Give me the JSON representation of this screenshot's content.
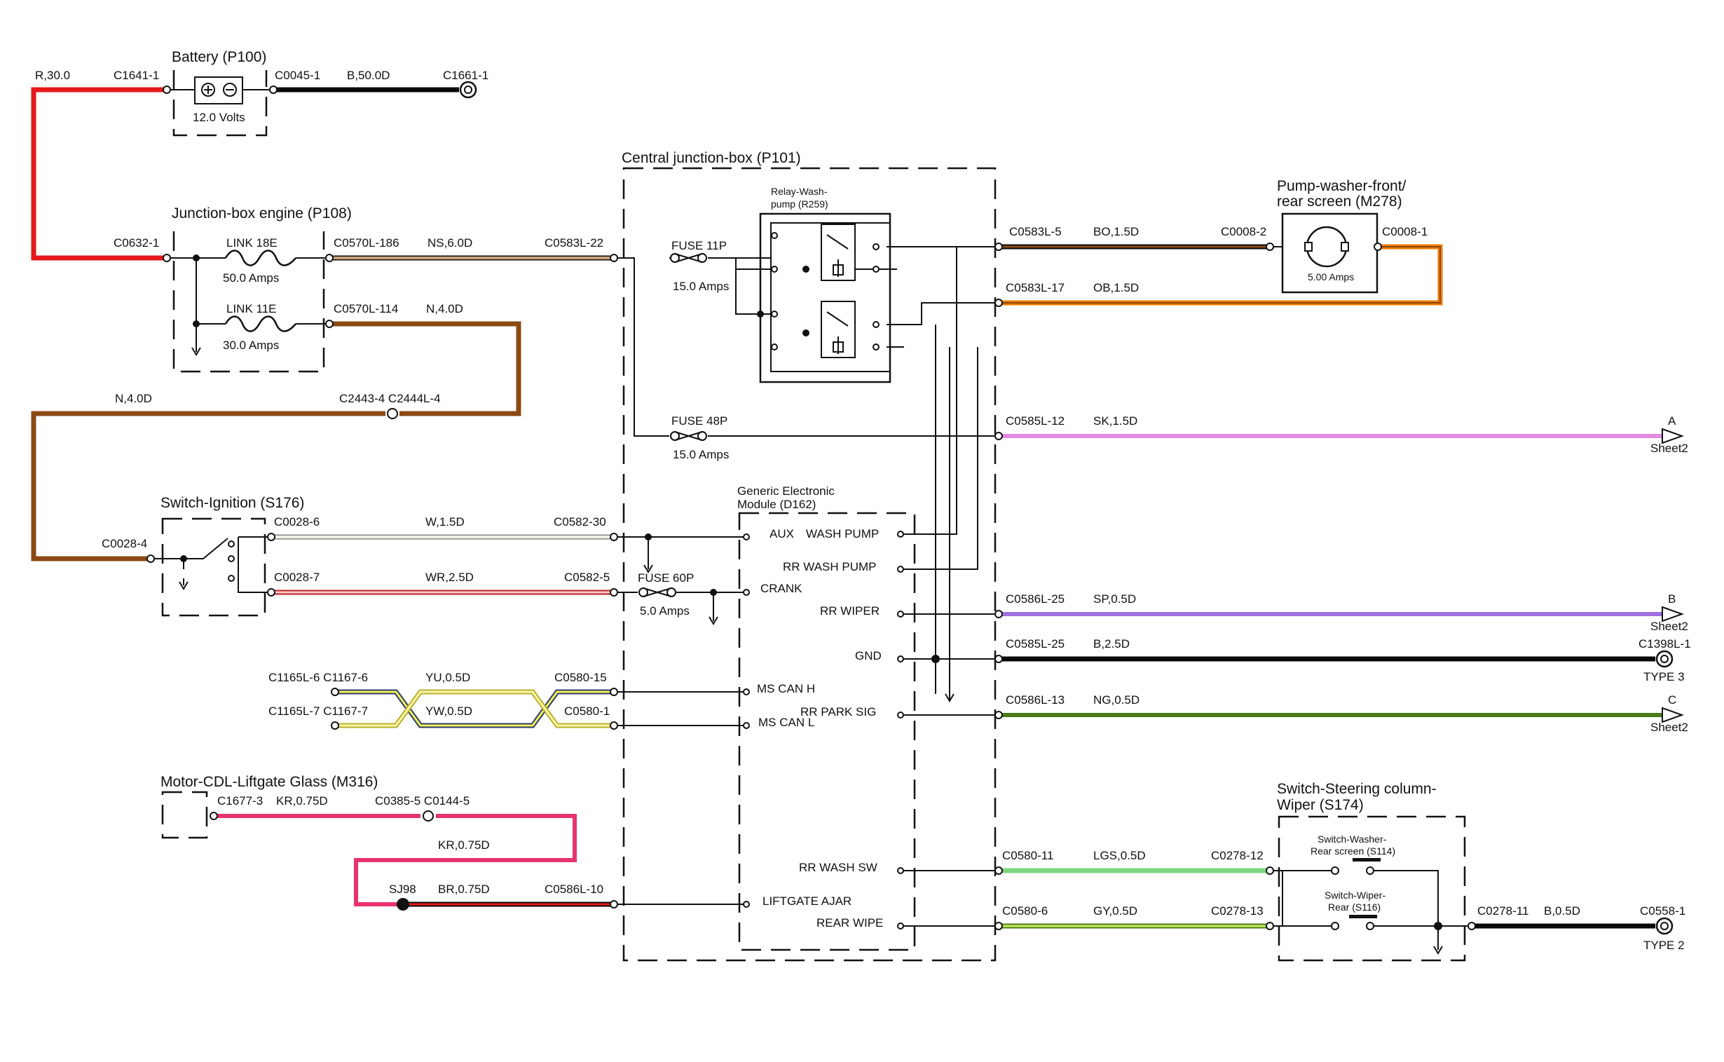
{
  "components": {
    "battery": {
      "title": "Battery (P100)",
      "voltage": "12.0 Volts"
    },
    "junction_box_engine": {
      "title": "Junction-box engine (P108)"
    },
    "central_junction_box": {
      "title": "Central junction-box (P101)"
    },
    "relay": {
      "title_line1": "Relay-Wash-",
      "title_line2": "pump (R259)"
    },
    "pump": {
      "title_line1": "Pump-washer-front/",
      "title_line2": "rear screen (M278)",
      "amps": "5.00 Amps"
    },
    "switch_ignition": {
      "title": "Switch-Ignition (S176)"
    },
    "gem": {
      "title_line1": "Generic Electronic",
      "title_line2": "Module (D162)"
    },
    "motor_cdl": {
      "title": "Motor-CDL-Liftgate Glass (M316)"
    },
    "switch_steering": {
      "title_line1": "Switch-Steering column-",
      "title_line2": "Wiper (S174)"
    },
    "switch_washer_rear": {
      "line1": "Switch-Washer-",
      "line2": "Rear screen (S114)"
    },
    "switch_wiper_rear": {
      "line1": "Switch-Wiper-",
      "line2": "Rear (S116)"
    }
  },
  "fuses": {
    "link18e": {
      "name": "LINK 18E",
      "rating": "50.0 Amps"
    },
    "link11e": {
      "name": "LINK 11E",
      "rating": "30.0 Amps"
    },
    "fuse11p": {
      "name": "FUSE 11P",
      "rating": "15.0 Amps"
    },
    "fuse48p": {
      "name": "FUSE 48P",
      "rating": "15.0 Amps"
    },
    "fuse60p": {
      "name": "FUSE 60P",
      "rating": "5.0 Amps"
    }
  },
  "gem_pins": {
    "aux": "AUX",
    "wash_pump": "WASH PUMP",
    "rr_wash_pump": "RR WASH PUMP",
    "crank": "CRANK",
    "rr_wiper": "RR WIPER",
    "gnd": "GND",
    "ms_can_h": "MS CAN H",
    "ms_can_l": "MS CAN L",
    "rr_park_sig": "RR PARK SIG",
    "rr_wash_sw": "RR WASH SW",
    "liftgate_ajar": "LIFTGATE  AJAR",
    "rear_wipe": "REAR WIPE"
  },
  "connectors": {
    "c1641_1": "C1641-1",
    "c0045_1": "C0045-1",
    "c1661_1": "C1661-1",
    "c0632_1": "C0632-1",
    "c0570l_186": "C0570L-186",
    "c0583l_22": "C0583L-22",
    "c0570l_114": "C0570L-114",
    "c2443_c2444": "C2443-4 C2444L-4",
    "c0583l_5": "C0583L-5",
    "c0008_2": "C0008-2",
    "c0008_1": "C0008-1",
    "c0583l_17": "C0583L-17",
    "c0585l_12": "C0585L-12",
    "c0028_6": "C0028-6",
    "c0582_30": "C0582-30",
    "c0028_4": "C0028-4",
    "c0028_7": "C0028-7",
    "c0582_5": "C0582-5",
    "c0586l_25": "C0586L-25",
    "c0585l_25": "C0585L-25",
    "c1398l_1": "C1398L-1",
    "c1165l_6": "C1165L-6 C1167-6",
    "c0580_15": "C0580-15",
    "c1165l_7": "C1165L-7 C1167-7",
    "c0580_1": "C0580-1",
    "c0586l_13": "C0586L-13",
    "c1677_3": "C1677-3",
    "c0385_c0144": "C0385-5 C0144-5",
    "sj98": "SJ98",
    "c0586l_10": "C0586L-10",
    "c0580_11": "C0580-11",
    "c0278_12": "C0278-12",
    "c0580_6": "C0580-6",
    "c0278_13": "C0278-13",
    "c0278_11": "C0278-11",
    "c0558_1": "C0558-1"
  },
  "wires": {
    "r30": "R,30.0",
    "b50": "B,50.0D",
    "ns6": "NS,6.0D",
    "n4a": "N,4.0D",
    "n4b": "N,4.0D",
    "bo15": "BO,1.5D",
    "ob15": "OB,1.5D",
    "sk15": "SK,1.5D",
    "w15": "W,1.5D",
    "wr25": "WR,2.5D",
    "sp05": "SP,0.5D",
    "b25": "B,2.5D",
    "yu05": "YU,0.5D",
    "yw05": "YW,0.5D",
    "ng05": "NG,0.5D",
    "kr075a": "KR,0.75D",
    "kr075b": "KR,0.75D",
    "br075": "BR,0.75D",
    "lgs05": "LGS,0.5D",
    "gy05": "GY,0.5D",
    "b05": "B,0.5D"
  },
  "offsheet": {
    "a": "A",
    "b": "B",
    "c": "C",
    "sheet": "Sheet2",
    "type3": "TYPE 3",
    "type2": "TYPE 2"
  },
  "colors": {
    "red": "#e5191b",
    "black": "#0a0a0a",
    "brown": "#8b4a14",
    "tan": "#c9a27a",
    "orange": "#f07a00",
    "pink": "#e28ae0",
    "purple": "#a070e0",
    "olive": "#4a7a18",
    "magenta": "#e8336d",
    "green": "#7ed47e",
    "lime": "#a8e23a",
    "yellow": "#f4ee56",
    "white_wire": "#e8e8d8",
    "wr": "#f0a6a6"
  }
}
